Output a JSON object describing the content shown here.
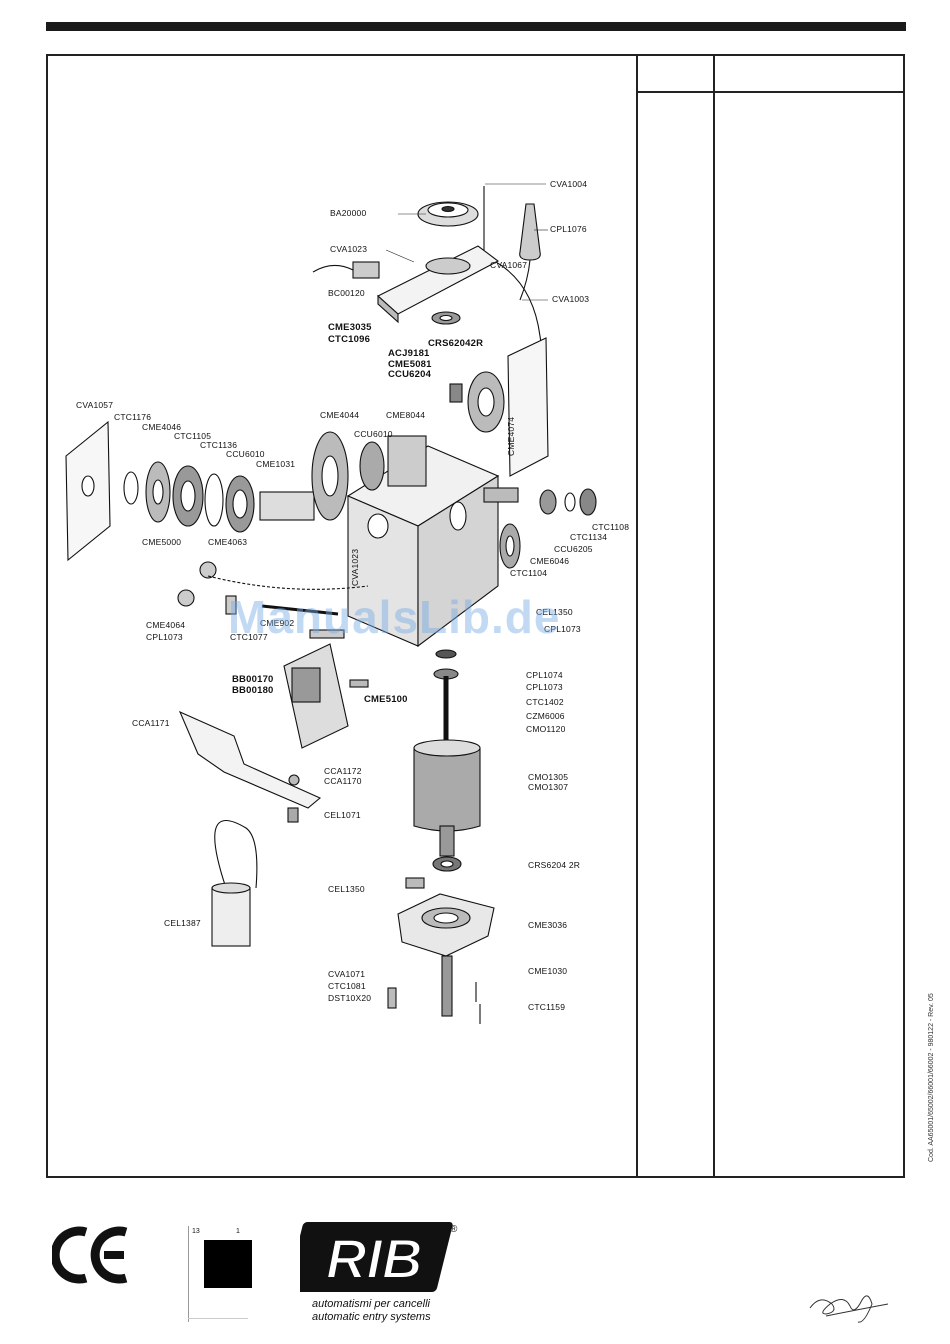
{
  "table": {
    "col_header_1": "",
    "col_header_2": ""
  },
  "watermark": "ManualsLib.de",
  "document_code": "Cod. AA65001/65002/66001/66002 - 980122 - Rev. 05",
  "brand": {
    "logo_text": "RIB",
    "registered": "®",
    "tagline_1": "automatismi per cancelli",
    "tagline_2": "automatic entry systems",
    "ce_mark": "CE"
  },
  "stamp_text": {
    "top_left": "13",
    "top_right": "1",
    "bottom": ""
  },
  "part_labels": [
    "CVA1004",
    "BA20000",
    "CPL1076",
    "CVA1023",
    "CVA1067",
    "BC00120",
    "CVA1003",
    "CME3035",
    "CTC1096",
    "CRS62042R",
    "ACJ9181",
    "CME5081",
    "CCU6204",
    "CVA1057",
    "CTC1176",
    "CME4046",
    "CTC1105",
    "CTC1136",
    "CCU6010",
    "CME1031",
    "CME4044",
    "CCU6010",
    "CME8044",
    "CME4074",
    "CTC1108",
    "CTC1134",
    "CCU6205",
    "CME6046",
    "CTC1104",
    "CME5000",
    "CME4063",
    "CVA1023",
    "CME4064",
    "CPL1073",
    "CTC1077",
    "CME902",
    "CEL1350",
    "CPL1073",
    "BB00170",
    "BB00180",
    "CME5100",
    "CPL1074",
    "CPL1073",
    "CTC1402",
    "CZM6006",
    "CMO1120",
    "CCA1171",
    "CCA1172",
    "CCA1170",
    "CEL1071",
    "CMO1305",
    "CMO1307",
    "CRS6204 2R",
    "CEL1350",
    "CEL1387",
    "CME3036",
    "CVA1071",
    "CTC1081",
    "DST10X20",
    "CME1030",
    "CTC1159"
  ]
}
